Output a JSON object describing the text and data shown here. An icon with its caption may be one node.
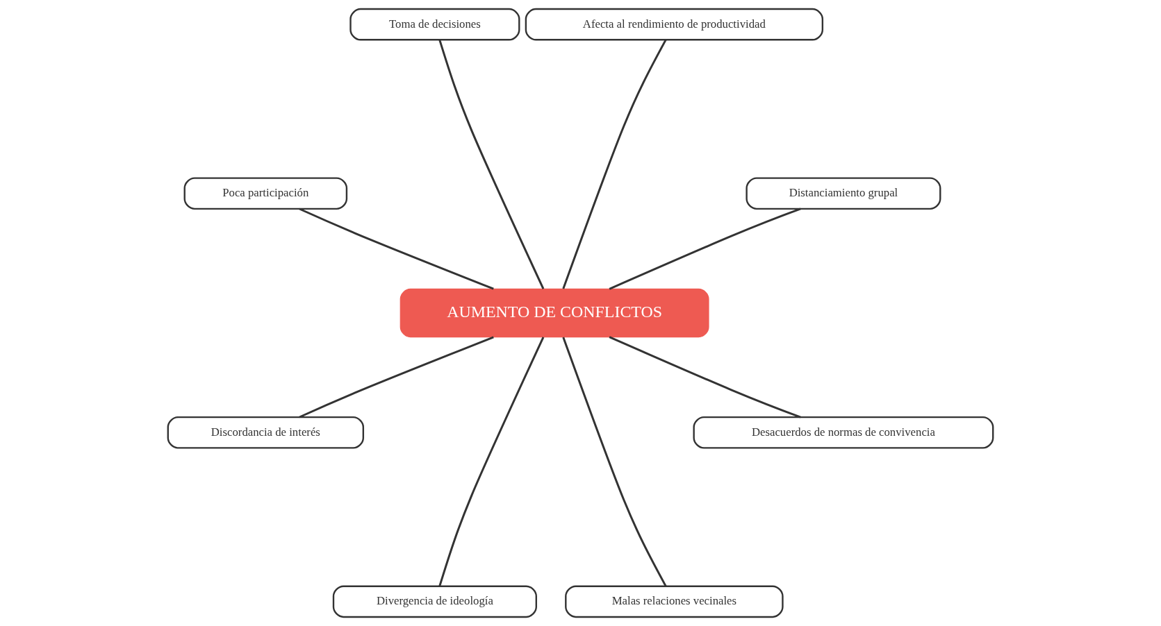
{
  "diagram": {
    "nodes": [
      {
        "text": [
          "AUMENTO DE CONFLICTOS"
        ]
      },
      {
        "text": [
          "Distanciamiento grupal"
        ]
      },
      {
        "text": [
          "Afecta al rendimiento de productividad"
        ]
      },
      {
        "text": [
          "Toma de decisiones"
        ]
      },
      {
        "text": [
          "Poca participación"
        ]
      },
      {
        "text": [
          "Discordancia de interés"
        ]
      },
      {
        "text": [
          "Divergencia de ideología"
        ]
      },
      {
        "text": [
          "Malas relaciones vecinales"
        ]
      },
      {
        "text": [
          "Desacuerdos de normas de convivencia"
        ]
      }
    ],
    "edges": [
      {
        "from": 0,
        "to": 2,
        "arrow": "none"
      },
      {
        "from": 0,
        "to": 4,
        "arrow": "none"
      },
      {
        "from": 0,
        "to": 5,
        "arrow": "none"
      },
      {
        "from": 0,
        "to": 8,
        "arrow": "none"
      },
      {
        "from": 0,
        "to": 7,
        "arrow": "none"
      },
      {
        "from": 0,
        "to": 6,
        "arrow": "none"
      },
      {
        "from": 0,
        "to": 3,
        "arrow": "none"
      },
      {
        "from": 0,
        "to": 1,
        "arrow": "none"
      }
    ]
  }
}
